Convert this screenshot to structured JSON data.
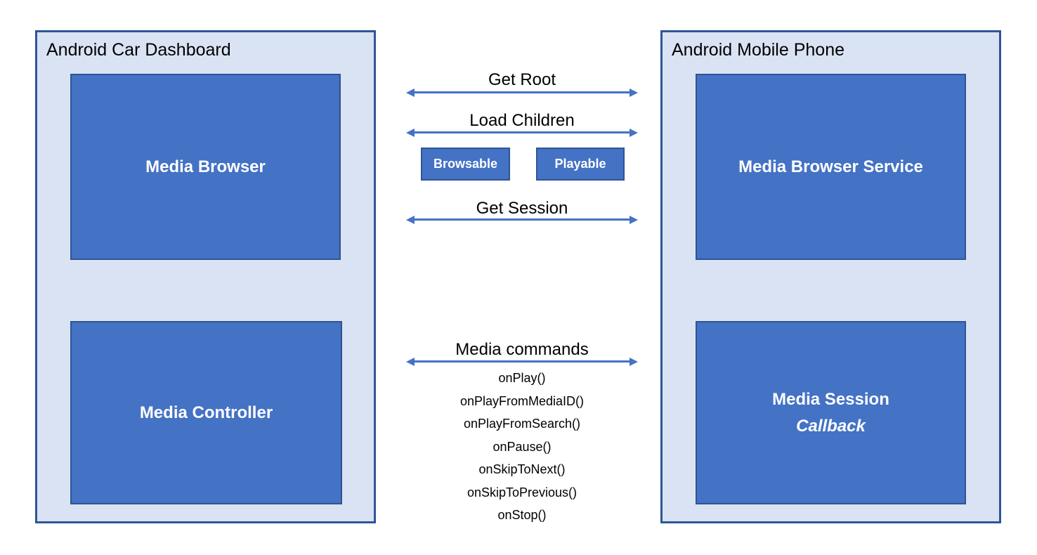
{
  "left_panel": {
    "title": "Android Car Dashboard",
    "media_browser_label": "Media Browser",
    "media_controller_label": "Media Controller"
  },
  "right_panel": {
    "title": "Android Mobile Phone",
    "media_browser_service_label": "Media Browser Service",
    "media_session_label_line1": "Media Session",
    "media_session_label_line2": "Callback"
  },
  "connections": {
    "get_root_label": "Get Root",
    "load_children_label": "Load Children",
    "browsable_label": "Browsable",
    "playable_label": "Playable",
    "get_session_label": "Get Session",
    "media_commands_label": "Media commands",
    "commands": [
      "onPlay()",
      "onPlayFromMediaID()",
      "onPlayFromSearch()",
      "onPause()",
      "onSkipToNext()",
      "onSkipToPrevious()",
      "onStop()"
    ]
  },
  "colors": {
    "panel_background": "#dae3f3",
    "panel_border": "#2f5597",
    "node_fill": "#4472c4",
    "node_border": "#2f5496",
    "arrow": "#4472c4",
    "node_text": "#ffffff",
    "label_text": "#000000",
    "page_background": "#ffffff"
  }
}
